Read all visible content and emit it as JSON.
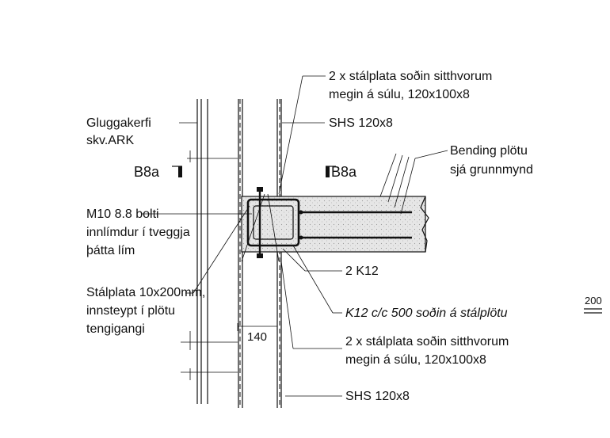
{
  "labels": {
    "top_plates_1": "2 x stálplata soðin sitthvorum",
    "top_plates_2": "megin á súlu, 120x100x8",
    "shs_top": "SHS 120x8",
    "window_1": "Gluggakerfi",
    "window_2": "skv.ARK",
    "bending_1": "Bending plötu",
    "bending_2": "sjá grunnmynd",
    "section_left": "B8a",
    "section_right": "B8a",
    "bolt_1": "M10 8.8 bolti",
    "bolt_2": "innlímdur í tveggja",
    "bolt_3": "þátta lím",
    "rebar": "2 K12",
    "plate_1": "Stálplata 10x200mm,",
    "plate_2": "innsteypt í plötu",
    "plate_3": "tengigangi",
    "k12": "K12 c/c 500 soðin á stálplötu",
    "bottom_plates_1": "2 x stálplata soðin sitthvorum",
    "bottom_plates_2": "megin á súlu, 120x100x8",
    "shs_bottom": "SHS 120x8",
    "dim_140": "140",
    "scale": "200"
  }
}
